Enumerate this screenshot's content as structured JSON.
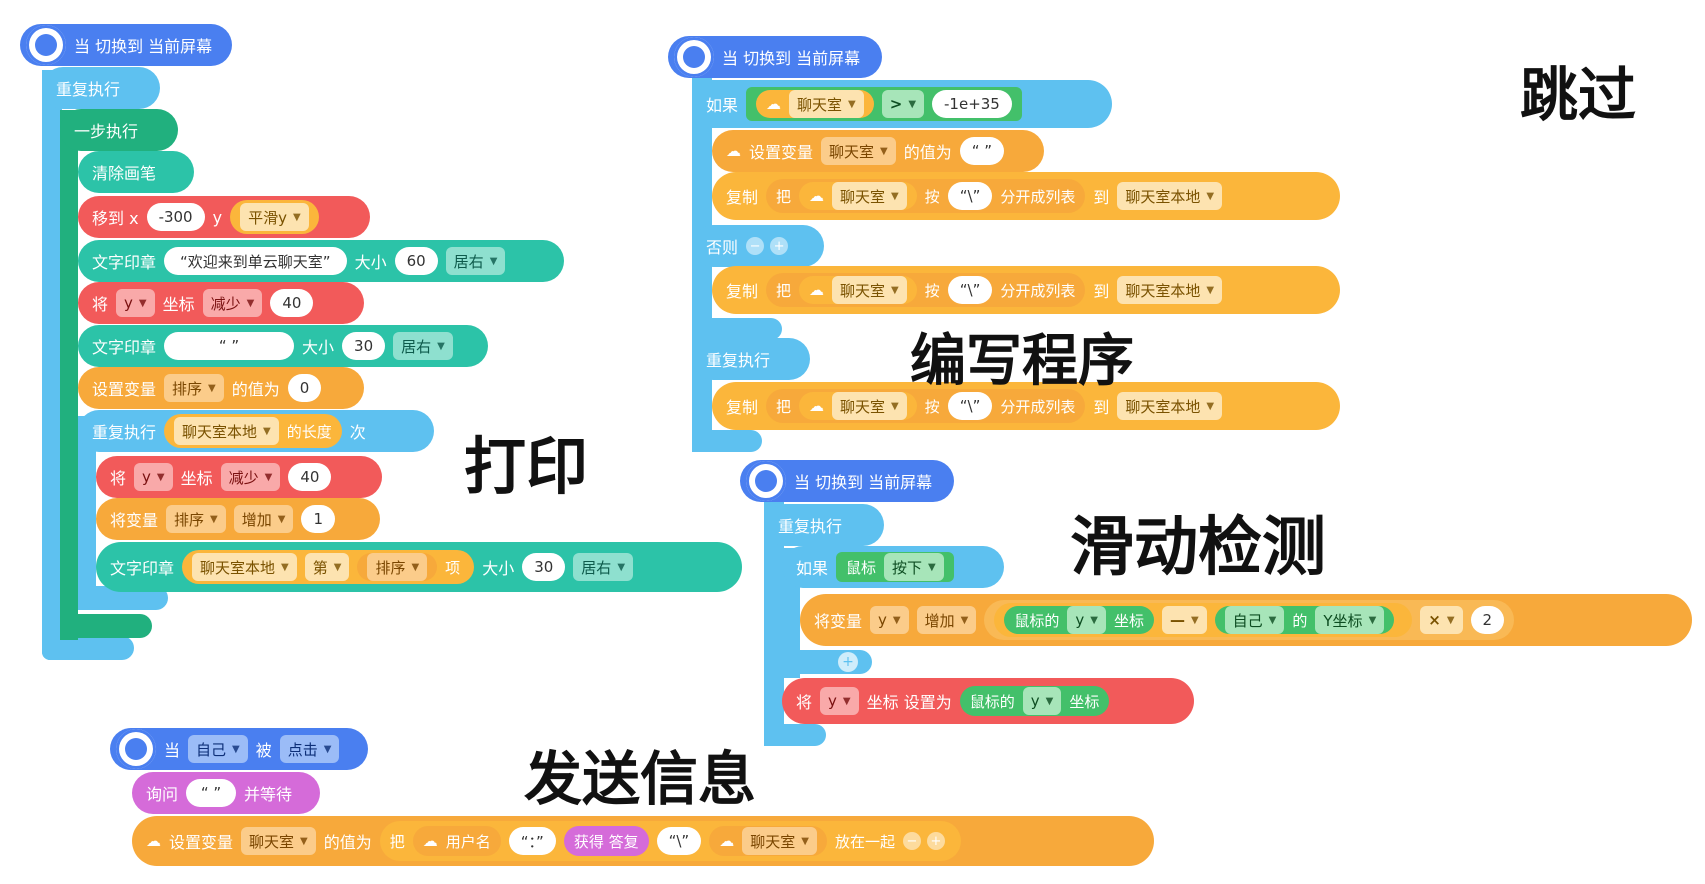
{
  "labels": {
    "skip": "跳过",
    "write_program": "编写程序",
    "print": "打印",
    "scroll_detect": "滑动检测",
    "send_message": "发送信息"
  },
  "colors": {
    "event_blue": "#4a7ff0",
    "control_cyan": "#5ec1f0",
    "teal": "#21b07e",
    "pen_red": "#f25a5a",
    "var_orange": "#f7a93b",
    "list_orange": "#fbb63b",
    "green": "#43c06a",
    "pink": "#d56bd9",
    "text_teal": "#2cc3a8"
  },
  "left_script": {
    "hat": "当 切换到 当前屏幕",
    "repeat": "重复执行",
    "step": "一步执行",
    "clear": "清除画笔",
    "move": {
      "a": "移到 x",
      "x": "-300",
      "b": "y",
      "y": "平滑y"
    },
    "print1": {
      "a": "文字印章",
      "text": "“欢迎来到单云聊天室”",
      "b": "大小",
      "size": "60",
      "align": "居右"
    },
    "change_y1": {
      "a": "将",
      "var": "y",
      "b": "坐标",
      "op": "减少",
      "val": "40"
    },
    "print2": {
      "a": "文字印章",
      "text": "“ ”",
      "b": "大小",
      "size": "30",
      "align": "居右"
    },
    "set_var": {
      "a": "设置变量",
      "var": "排序",
      "b": "的值为",
      "val": "0"
    },
    "repeat_n": {
      "a": "重复执行",
      "list": "聊天室本地",
      "b": "的长度",
      "c": "次"
    },
    "change_y2": {
      "a": "将",
      "var": "y",
      "b": "坐标",
      "op": "减少",
      "val": "40"
    },
    "inc_var": {
      "a": "将变量",
      "var": "排序",
      "op": "增加",
      "val": "1"
    },
    "print3": {
      "a": "文字印章",
      "list": "聊天室本地",
      "b": "第",
      "item": "排序",
      "c": "项",
      "d": "大小",
      "size": "30",
      "align": "居右"
    }
  },
  "top_right_script": {
    "hat": "当 切换到 当前屏幕",
    "if": {
      "a": "如果",
      "var": "聊天室",
      "op": ">",
      "val": "-1e+35"
    },
    "set_var": {
      "a": "设置变量",
      "var": "聊天室",
      "b": "的值为",
      "val": "“ ”"
    },
    "copy1": {
      "a": "复制",
      "b": "把",
      "var": "聊天室",
      "c": "按",
      "sep": "“\\”",
      "d": "分开成列表",
      "e": "到",
      "list": "聊天室本地"
    },
    "else": "否则",
    "copy2": {
      "a": "复制",
      "b": "把",
      "var": "聊天室",
      "c": "按",
      "sep": "“\\”",
      "d": "分开成列表",
      "e": "到",
      "list": "聊天室本地"
    },
    "repeat": "重复执行",
    "copy3": {
      "a": "复制",
      "b": "把",
      "var": "聊天室",
      "c": "按",
      "sep": "“\\”",
      "d": "分开成列表",
      "e": "到",
      "list": "聊天室本地"
    }
  },
  "mid_right_script": {
    "hat": "当 切换到 当前屏幕",
    "repeat": "重复执行",
    "if": {
      "a": "如果",
      "b": "鼠标",
      "c": "按下"
    },
    "inc": {
      "a": "将变量",
      "var": "y",
      "op": "增加",
      "m": "鼠标的",
      "mv": "y",
      "mc": "坐标",
      "minus": "—",
      "self": "自己",
      "of": "的",
      "ycoord": "Y坐标",
      "times": "×",
      "n": "2"
    },
    "set_y": {
      "a": "将",
      "var": "y",
      "b": "坐标 设置为",
      "m": "鼠标的",
      "mv": "y",
      "mc": "坐标"
    }
  },
  "bottom_script": {
    "hat": {
      "a": "当",
      "who": "自己",
      "b": "被",
      "ev": "点击"
    },
    "ask": {
      "a": "询问",
      "val": "“ ”",
      "b": "并等待"
    },
    "set": {
      "a": "设置变量",
      "var": "聊天室",
      "b": "的值为",
      "join": "把",
      "user": "用户名",
      "colon": "“：”",
      "answer": "获得 答复",
      "sep": "“\\”",
      "room": "聊天室",
      "end": "放在一起"
    }
  }
}
